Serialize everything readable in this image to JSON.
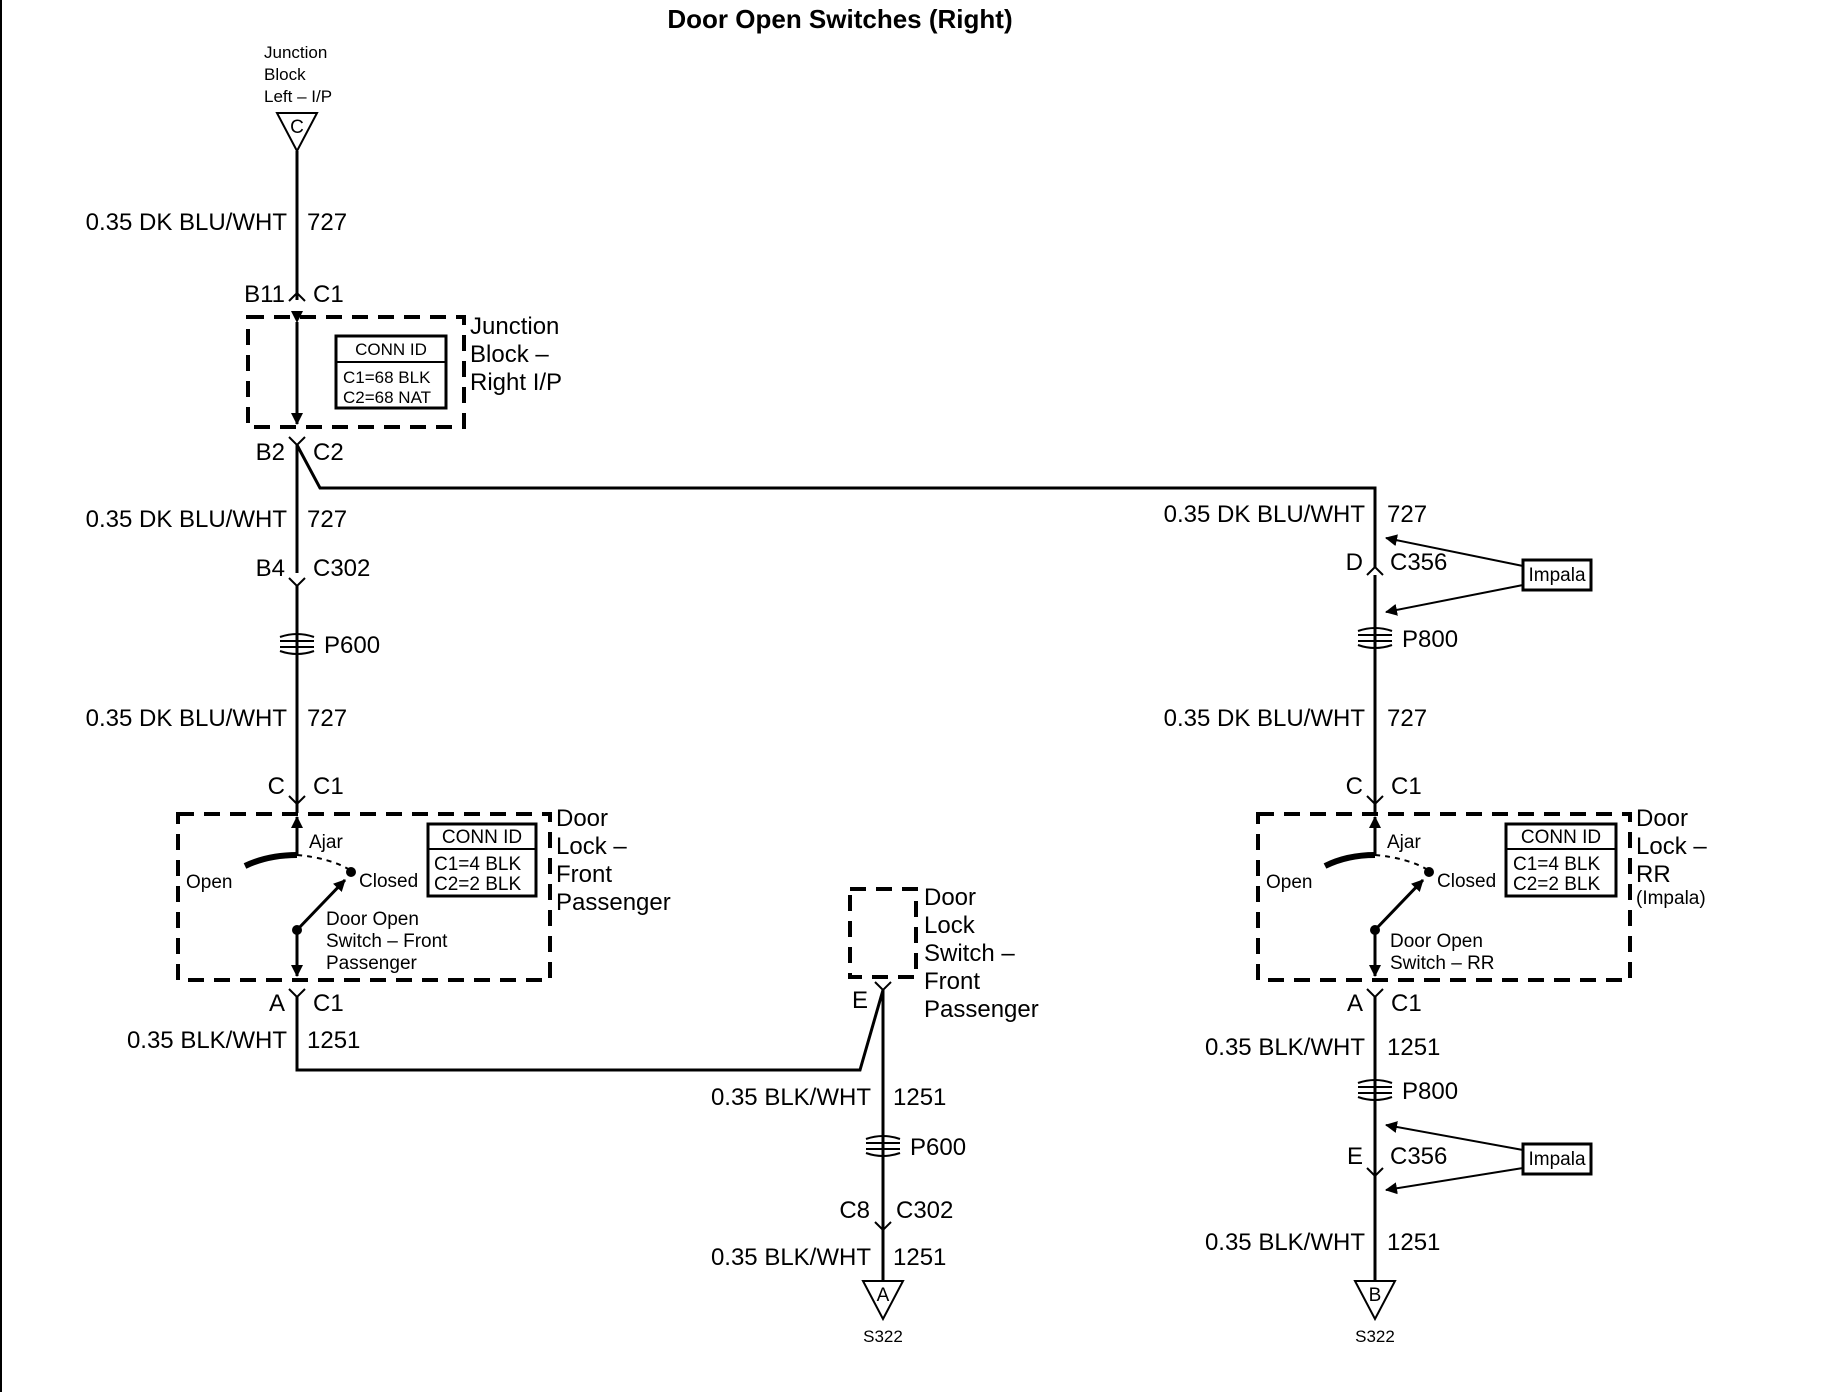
{
  "title": "Door Open Switches (Right)",
  "top_connector": {
    "lines": [
      "Junction",
      "Block",
      "Left – I/P"
    ],
    "pin": "C"
  },
  "junction_block_right": {
    "label_lines": [
      "Junction",
      "Block –",
      "Right I/P"
    ],
    "conn_id": {
      "header": "CONN ID",
      "rows": [
        "C1=68 BLK",
        "C2=68 NAT"
      ]
    },
    "top_pin": "B11",
    "top_conn": "C1",
    "bottom_pin": "B2",
    "bottom_conn": "C2"
  },
  "left_branch": {
    "wire1": {
      "spec": "0.35 DK BLU/WHT",
      "circuit": "727"
    },
    "wire2": {
      "spec": "0.35 DK BLU/WHT",
      "circuit": "727"
    },
    "conn_c302": {
      "pin": "B4",
      "conn": "C302"
    },
    "ground_p600": "P600",
    "wire3": {
      "spec": "0.35 DK BLU/WHT",
      "circuit": "727"
    },
    "top_pin": "C",
    "top_conn": "C1",
    "door_lock": {
      "label_lines": [
        "Door",
        "Lock –",
        "Front",
        "Passenger"
      ],
      "conn_id": {
        "header": "CONN ID",
        "rows": [
          "C1=4 BLK",
          "C2=2 BLK"
        ]
      },
      "ajar": "Ajar",
      "open": "Open",
      "closed": "Closed",
      "switch_lines": [
        "Door Open",
        "Switch – Front",
        "Passenger"
      ]
    },
    "bottom_pin": "A",
    "bottom_conn": "C1",
    "wire4": {
      "spec": "0.35 BLK/WHT",
      "circuit": "1251"
    }
  },
  "middle_branch": {
    "switch_label_lines": [
      "Door",
      "Lock",
      "Switch –",
      "Front",
      "Passenger"
    ],
    "pin": "E",
    "wire1": {
      "spec": "0.35 BLK/WHT",
      "circuit": "1251"
    },
    "ground_p600": "P600",
    "conn_c302": {
      "pin": "C8",
      "conn": "C302"
    },
    "wire2": {
      "spec": "0.35 BLK/WHT",
      "circuit": "1251"
    },
    "splice": {
      "pin": "A",
      "name": "S322"
    }
  },
  "right_branch": {
    "wire1": {
      "spec": "0.35 DK BLU/WHT",
      "circuit": "727"
    },
    "conn_c356_top": {
      "pin": "D",
      "conn": "C356"
    },
    "impala_top": "Impala",
    "ground_p800_top": "P800",
    "wire2": {
      "spec": "0.35 DK BLU/WHT",
      "circuit": "727"
    },
    "top_pin": "C",
    "top_conn": "C1",
    "door_lock": {
      "label_lines": [
        "Door",
        "Lock –",
        "RR"
      ],
      "note": "(Impala)",
      "conn_id": {
        "header": "CONN ID",
        "rows": [
          "C1=4 BLK",
          "C2=2 BLK"
        ]
      },
      "ajar": "Ajar",
      "open": "Open",
      "closed": "Closed",
      "switch_lines": [
        "Door Open",
        "Switch – RR"
      ]
    },
    "bottom_pin": "A",
    "bottom_conn": "C1",
    "wire3": {
      "spec": "0.35 BLK/WHT",
      "circuit": "1251"
    },
    "ground_p800_bottom": "P800",
    "conn_c356_bottom": {
      "pin": "E",
      "conn": "C356"
    },
    "impala_bottom": "Impala",
    "wire4": {
      "spec": "0.35 BLK/WHT",
      "circuit": "1251"
    },
    "splice": {
      "pin": "B",
      "name": "S322"
    }
  }
}
